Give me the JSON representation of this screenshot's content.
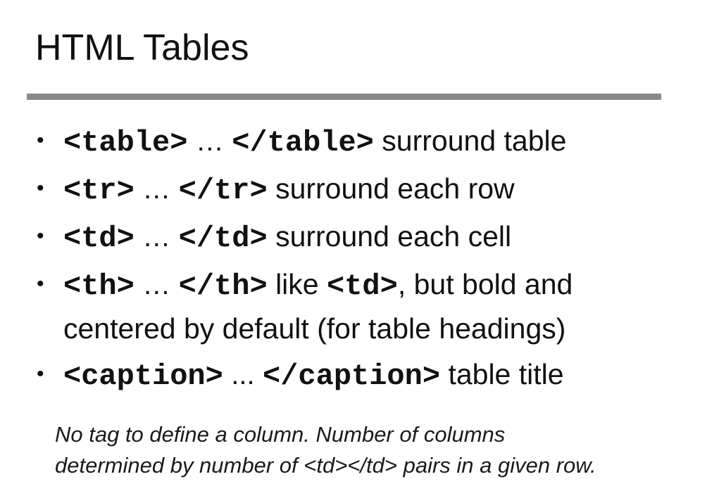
{
  "slide": {
    "title": "HTML Tables",
    "bullets": [
      {
        "code_open": "<table>",
        "ellipsis": "…",
        "code_close": "</table>",
        "text": "surround table"
      },
      {
        "code_open": "<tr>",
        "ellipsis": "…",
        "code_close": "</tr>",
        "text": "surround each row"
      },
      {
        "code_open": "<td>",
        "ellipsis": "…",
        "code_close": "</td>",
        "text": "surround each cell"
      },
      {
        "code_open": "<th>",
        "ellipsis": "…",
        "code_close": "</th>",
        "text_a": "like",
        "code_mid": "<td>",
        "text_b": ", but bold and",
        "line2": "centered by default (for table headings)"
      },
      {
        "code_open": "<caption>",
        "ellipsis": "...",
        "code_close": "</caption>",
        "text": "table title"
      }
    ],
    "note": {
      "line1": "No tag to define a column.  Number of columns",
      "line2": "determined by number of <td></td> pairs in a given row."
    },
    "bullet_char": "•",
    "colors": {
      "rule": "#8a8a8a",
      "text": "#111111",
      "background": "#ffffff"
    }
  }
}
